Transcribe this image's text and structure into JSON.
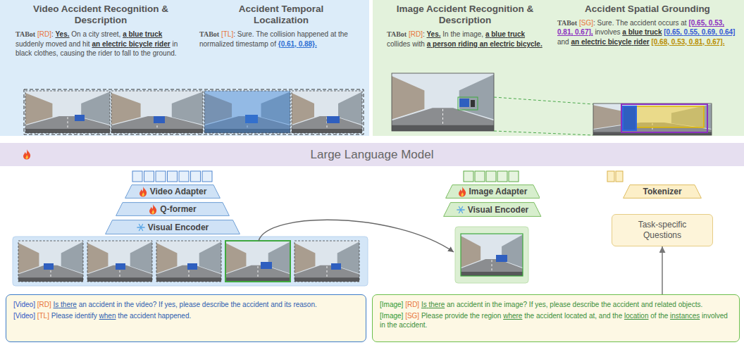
{
  "diagram": {
    "nodes": [
      {
        "text": []
      },
      {
        "text": [
          "Video Accident Recognition & Description",
          "TABot [RD]: Yes. On a city street, a blue truck suddenly moved and hit an electric bicycle rider in black clothes, causing the rider to fall to the ground."
        ],
        "in": 0
      },
      {
        "text": [
          "Accident Temporal Localization",
          "TABot [TL]: Sure. The collision happened at the normalized timestamp of {0.61, 0.88}."
        ],
        "in": 0
      },
      {
        "text": []
      },
      {
        "text": [
          "Image Accident Recognition & Description",
          "TABot [RD]: Yes. In the image, a blue truck collides with a person riding an electric bicycle."
        ],
        "in": 3
      },
      {
        "text": [
          "Accident Spatial Grounding",
          "TABot [SG]: Sure. The accident occurs at [0.65, 0.53, 0.81, 0.67], involves a blue truck [0.65, 0.55, 0.69, 0.64] and an electric bicycle rider [0.68, 0.53, 0.81, 0.67]."
        ],
        "in": 3
      },
      {
        "text": [
          "Large Language Model"
        ]
      },
      {
        "text": [
          "Video Adapter"
        ]
      },
      {
        "text": [
          "Q-former"
        ]
      },
      {
        "text": [
          "Visual Encoder"
        ]
      },
      {
        "text": [
          "Image Adapter"
        ]
      },
      {
        "text": [
          "Visual Encoder"
        ]
      },
      {
        "text": [
          "Tokenizer"
        ]
      },
      {
        "text": [
          "Task-specific Questions"
        ]
      },
      {
        "text": [
          "[Video] [RD] Is there an accident in the video? If yes, please describe the accident and its reason.",
          "[Video] [TL] Please identify when the accident happened."
        ]
      },
      {
        "text": [
          "[Image] [RD] Is there an accident in the image? If yes, please describe the accident and related objects.",
          "[Image] [SG] Please provide the region where the accident located at, and the location of the instances involved in the accident."
        ]
      }
    ],
    "edges": [
      {
        "from": 15,
        "to": 13,
        "arrow": "to"
      }
    ]
  }
}
